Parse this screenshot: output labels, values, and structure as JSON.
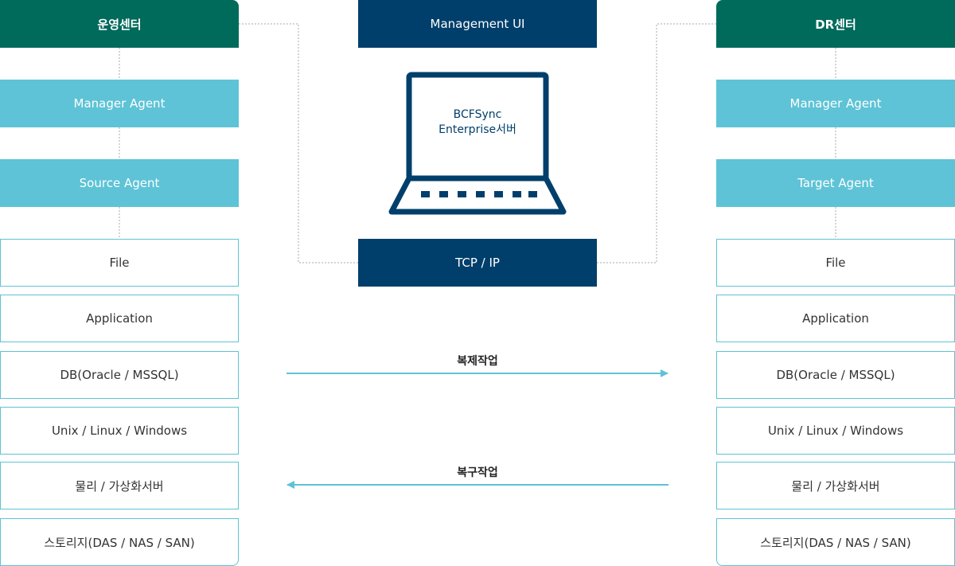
{
  "left": {
    "header": "운영센터",
    "agents": [
      "Manager Agent",
      "Source Agent"
    ],
    "layers": [
      "File",
      "Application",
      "DB(Oracle / MSSQL)",
      "Unix / Linux / Windows",
      "물리 / 가상화서버",
      "스토리지(DAS / NAS / SAN)"
    ]
  },
  "center": {
    "top": "Management UI",
    "server_line1": "BCFSync",
    "server_line2": "Enterprise서버",
    "bottom": "TCP / IP",
    "replication_label": "복제작업",
    "recovery_label": "복구작업"
  },
  "right": {
    "header": "DR센터",
    "agents": [
      "Manager Agent",
      "Target Agent"
    ],
    "layers": [
      "File",
      "Application",
      "DB(Oracle / MSSQL)",
      "Unix / Linux / Windows",
      "물리 / 가상화서버",
      "스토리지(DAS / NAS / SAN)"
    ]
  },
  "colors": {
    "header": "#006a5b",
    "agent": "#5ec3d6",
    "navy": "#003f6b",
    "layer_border": "#5ec3d6"
  },
  "icons": [
    "laptop-icon"
  ]
}
